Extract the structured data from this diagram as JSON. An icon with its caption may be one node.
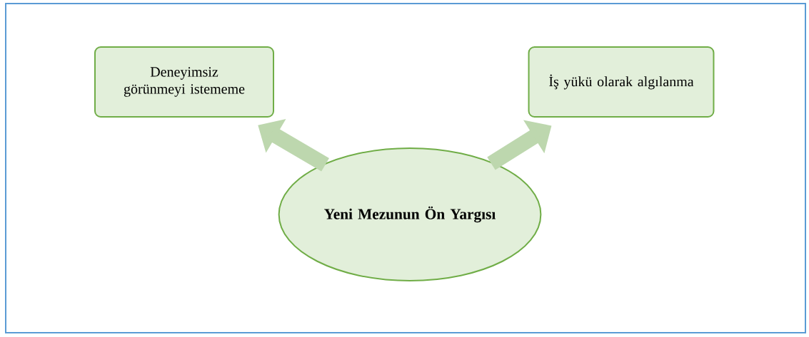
{
  "diagram": {
    "nodes": [
      {
        "text": [
          "Deneyimsiz görünmeyi istememe"
        ]
      },
      {
        "text": [
          "İş yükü olarak algılanma"
        ]
      },
      {
        "text": [
          "Yeni Mezunun Ön Yargısı"
        ]
      }
    ],
    "edges": [
      {
        "from": 2,
        "to": 0,
        "arrow": "to"
      },
      {
        "from": 2,
        "to": 1,
        "arrow": "to"
      }
    ]
  }
}
